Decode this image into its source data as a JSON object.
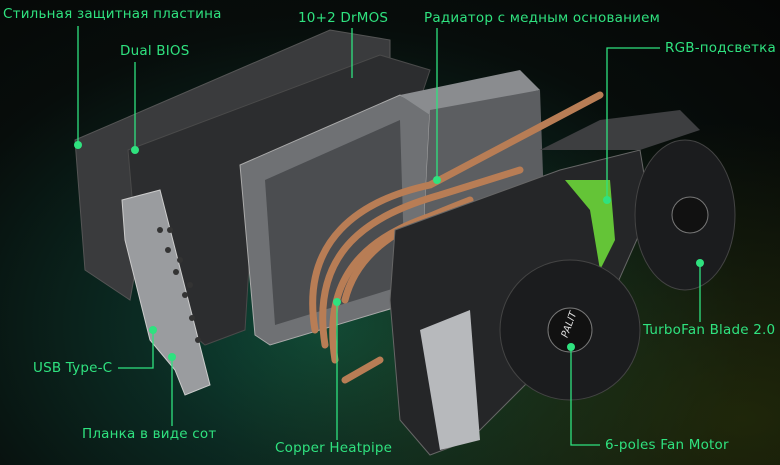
{
  "accent_color": "#2fe27f",
  "labels": {
    "backplate": "Стильная защитная пластина",
    "dual_bios": "Dual BIOS",
    "drmos": "10+2 DrMOS",
    "heatsink": "Радиатор с медным основанием",
    "rgb": "RGB-подсветка",
    "turbofan": "TurboFan Blade 2.0",
    "fan_motor": "6-poles Fan Motor",
    "heatpipe": "Copper Heatpipe",
    "bracket": "Планка в виде сот",
    "usb": "USB Type-C"
  },
  "brand_mark": "PALIT"
}
